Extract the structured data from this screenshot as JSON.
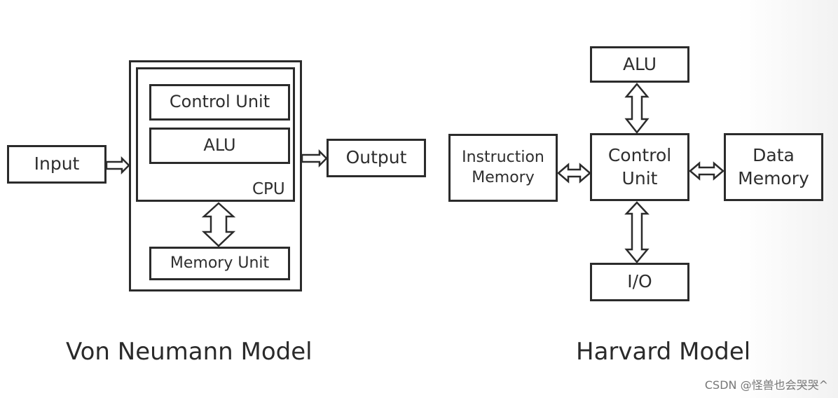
{
  "von_neumann": {
    "caption": "Von Neumann Model",
    "input": "Input",
    "output": "Output",
    "cpu_label": "CPU",
    "control_unit": "Control Unit",
    "alu": "ALU",
    "memory_unit": "Memory Unit",
    "connections": [
      {
        "from": "Input",
        "to": "CPU",
        "type": "one-way"
      },
      {
        "from": "CPU",
        "to": "Output",
        "type": "one-way"
      },
      {
        "from": "CPU",
        "to": "Memory Unit",
        "type": "two-way"
      }
    ]
  },
  "harvard": {
    "caption": "Harvard Model",
    "alu": "ALU",
    "control_unit_line1": "Control",
    "control_unit_line2": "Unit",
    "instruction_memory_line1": "Instruction",
    "instruction_memory_line2": "Memory",
    "data_memory_line1": "Data",
    "data_memory_line2": "Memory",
    "io": "I/O",
    "connections": [
      {
        "from": "ALU",
        "to": "Control Unit",
        "type": "two-way"
      },
      {
        "from": "Instruction Memory",
        "to": "Control Unit",
        "type": "two-way"
      },
      {
        "from": "Control Unit",
        "to": "Data Memory",
        "type": "two-way"
      },
      {
        "from": "Control Unit",
        "to": "I/O",
        "type": "two-way"
      }
    ]
  },
  "watermark": "CSDN @怪兽也会哭哭^"
}
